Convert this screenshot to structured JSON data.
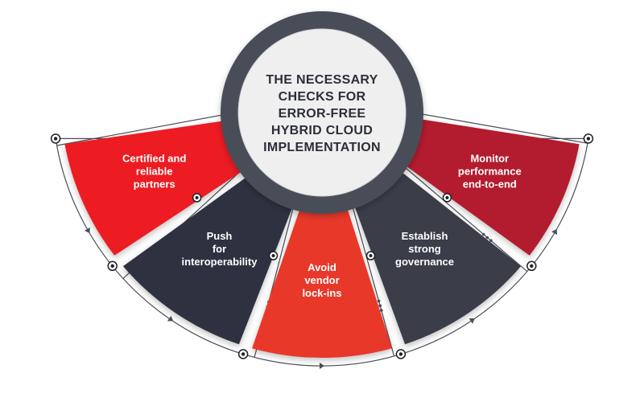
{
  "center": {
    "lines": [
      "THE NECESSARY",
      "CHECKS FOR",
      "ERROR-FREE",
      "HYBRID CLOUD",
      "IMPLEMENTATION"
    ],
    "text_color": "#2b2e38",
    "ring_color": "#4a4e58",
    "fill_color": "#efefef"
  },
  "segments": [
    {
      "lines": [
        "Certified and",
        "reliable",
        "partners"
      ],
      "color": "#ec1c24",
      "text_color": "#ffffff"
    },
    {
      "lines": [
        "Push",
        "for",
        "interoperability"
      ],
      "color": "#2f3340",
      "text_color": "#ffffff"
    },
    {
      "lines": [
        "Avoid",
        "vendor",
        "lock-ins"
      ],
      "color": "#e8382a",
      "text_color": "#ffffff"
    },
    {
      "lines": [
        "Establish",
        "strong",
        "governance"
      ],
      "color": "#3a3d48",
      "text_color": "#ffffff"
    },
    {
      "lines": [
        "Monitor",
        "performance",
        "end-to-end"
      ],
      "color": "#b21f2d",
      "text_color": "#ffffff"
    }
  ],
  "connector_color": "#4a4e58"
}
